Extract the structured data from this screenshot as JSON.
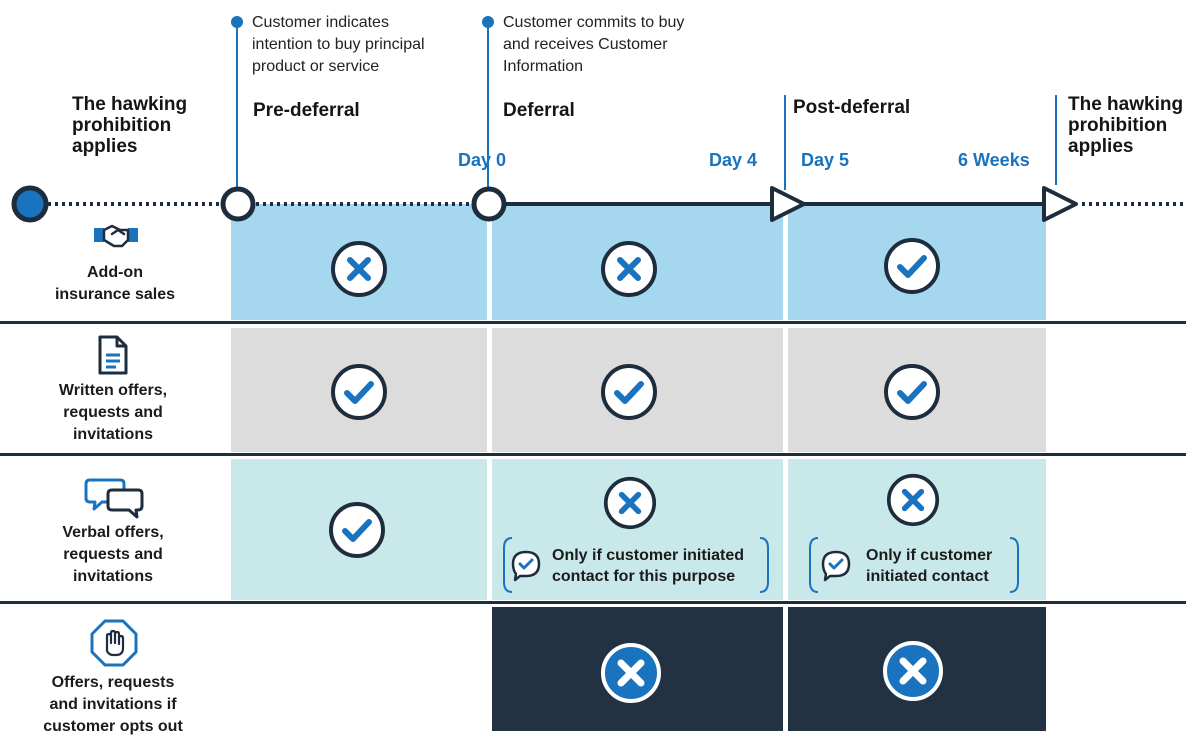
{
  "milestones": [
    {
      "text_lines": [
        "Customer indicates",
        "intention to buy principal",
        "product or service"
      ]
    },
    {
      "text_lines": [
        "Customer commits to buy",
        "and receives Customer",
        "Information"
      ]
    }
  ],
  "phases": {
    "applies_left_lines": [
      "The hawking",
      "prohibition",
      "applies"
    ],
    "pre_deferral": "Pre-deferral",
    "deferral": "Deferral",
    "post_deferral": "Post-deferral",
    "applies_right_lines": [
      "The hawking",
      "prohibition",
      "applies"
    ]
  },
  "days": {
    "day0": "Day 0",
    "day4": "Day 4",
    "day5": "Day 5",
    "weeks6": "6 Weeks"
  },
  "rows": [
    {
      "label_lines": [
        "Add-on",
        "insurance sales"
      ],
      "icon": "handshake-icon",
      "pre": "cross",
      "deferral": "cross",
      "post": "check"
    },
    {
      "label_lines": [
        "Written offers,",
        "requests and",
        "invitations"
      ],
      "icon": "document-icon",
      "pre": "check",
      "deferral": "check",
      "post": "check"
    },
    {
      "label_lines": [
        "Verbal offers,",
        "requests and",
        "invitations"
      ],
      "icon": "speech-bubbles-icon",
      "pre": "check",
      "deferral": "cross",
      "post": "cross",
      "deferral_condition_lines": [
        "Only if customer initiated",
        "contact for this purpose"
      ],
      "post_condition_lines": [
        "Only if customer",
        "initiated contact"
      ]
    },
    {
      "label_lines": [
        "Offers, requests",
        "and invitations if",
        "customer opts out"
      ],
      "icon": "stop-hand-icon",
      "pre": "none",
      "deferral": "cross",
      "post": "cross"
    }
  ],
  "colors": {
    "accent_blue": "#1a73be",
    "navy": "#1e2d3d",
    "light_blue": "#a5d8ef",
    "light_grey": "#dcdcdc",
    "light_teal": "#c9e8ea",
    "dark_navy_cell": "#233242"
  }
}
